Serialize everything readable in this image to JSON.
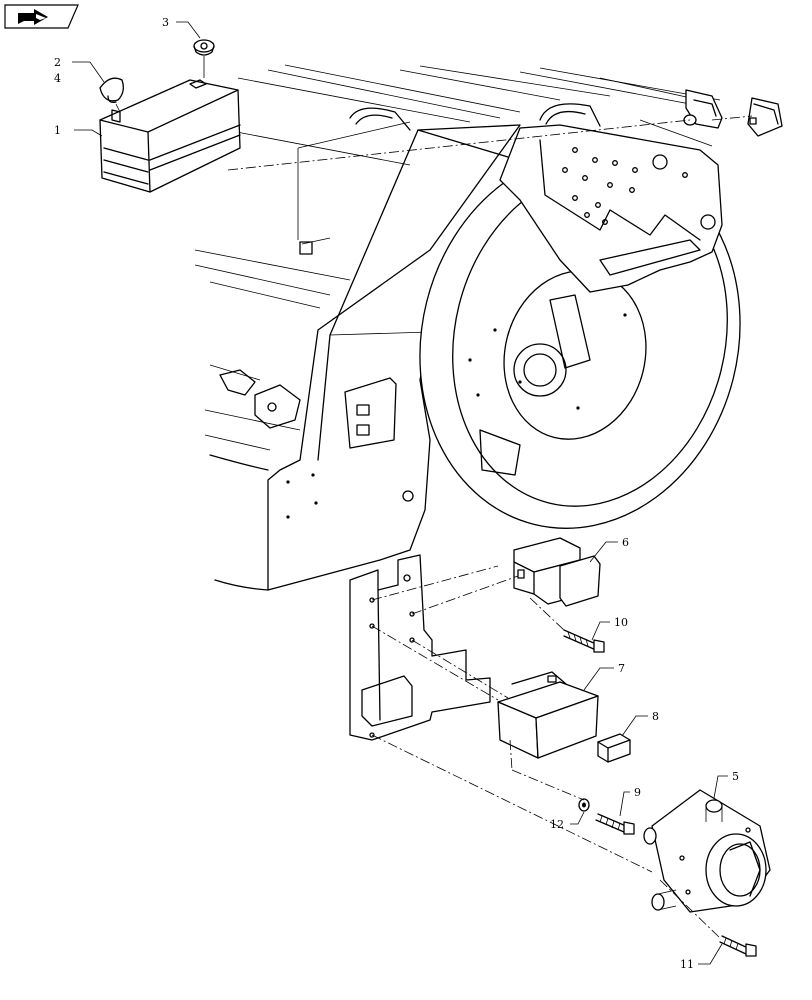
{
  "nav_icon": {
    "name": "page-navigation-icon",
    "color": "#000000"
  },
  "callouts": {
    "c1": "1",
    "c2": "2",
    "c3": "3",
    "c4": "4",
    "c5": "5",
    "c6": "6",
    "c7": "7",
    "c8": "8",
    "c9": "9",
    "c10": "10",
    "c11": "11",
    "c12": "12"
  }
}
